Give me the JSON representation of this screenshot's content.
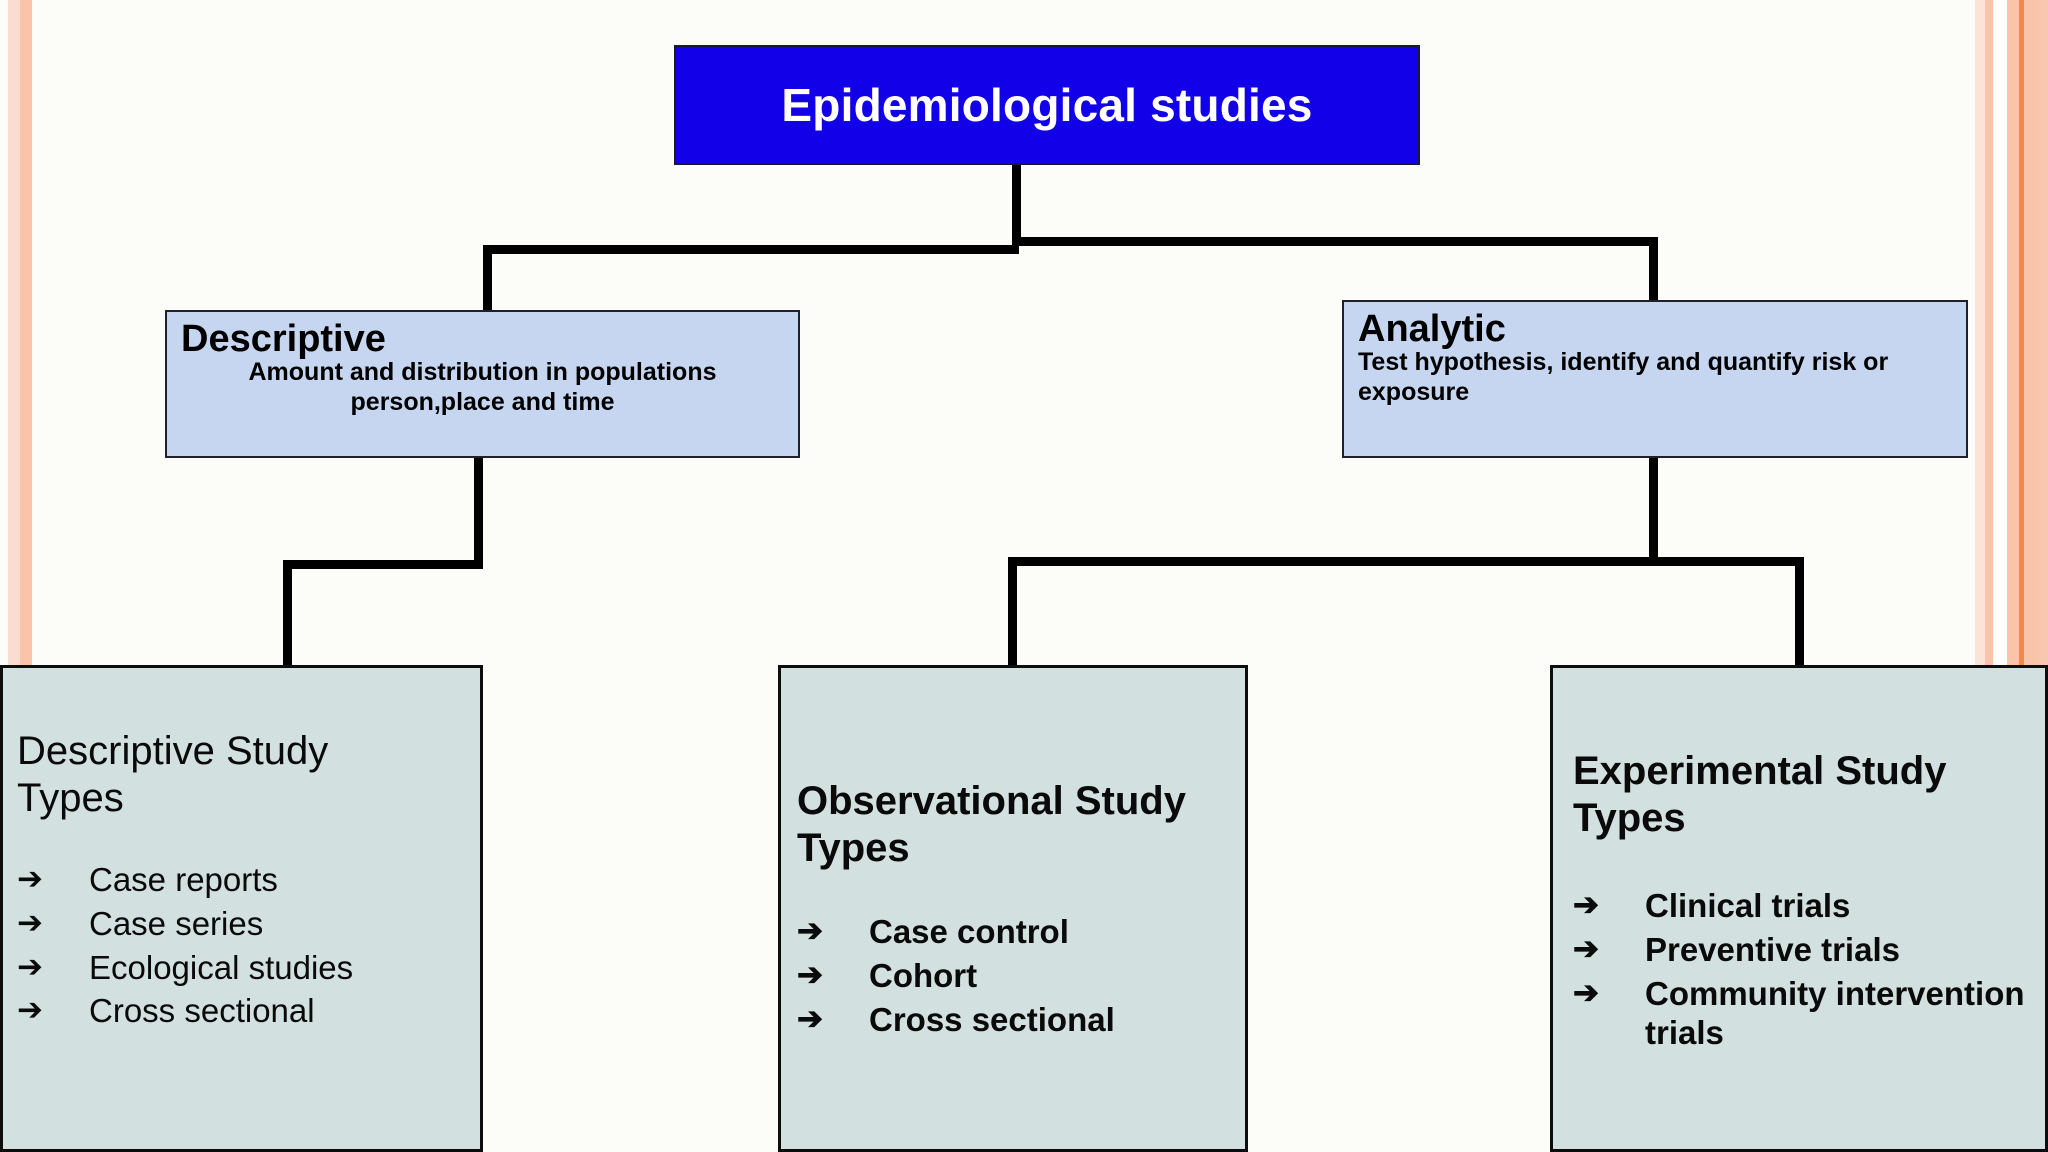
{
  "diagram": {
    "title_box": {
      "label": "Epidemiological studies",
      "fill": "#1200E8",
      "text_color": "#FFFFFF"
    },
    "branches": [
      {
        "name": "descriptive",
        "heading": "Descriptive",
        "description_line1": "Amount and distribution in populations",
        "description_line2": "person,place and time",
        "fill": "#C6D5F0"
      },
      {
        "name": "analytic",
        "heading": "Analytic",
        "description_line1": "Test hypothesis, identify and quantify risk or",
        "description_line2": "exposure",
        "fill": "#C6D5F0"
      }
    ],
    "leaf_boxes": [
      {
        "name": "descriptive-study-types",
        "heading_line1": "Descriptive Study",
        "heading_line2": "Types",
        "bullet_glyph": "➔",
        "items": [
          "Case reports",
          "Case series",
          "Ecological studies",
          "Cross sectional"
        ],
        "fill": "#D2E0DF"
      },
      {
        "name": "observational-study-types",
        "heading_line1": "Observational Study",
        "heading_line2": "Types",
        "bullet_glyph": "➔",
        "items": [
          "Case control",
          "Cohort",
          "Cross sectional"
        ],
        "fill": "#D2E0DF"
      },
      {
        "name": "experimental-study-types",
        "heading_line1": "Experimental Study",
        "heading_line2": "Types",
        "bullet_glyph": "➔",
        "items": [
          "Clinical trials",
          "Preventive trials",
          "Community intervention trials"
        ],
        "fill": "#D2E0DF"
      }
    ],
    "decor": {
      "background": "#FCFDF9",
      "connector_color": "#000000",
      "edge_band_light": "#FADDD0",
      "edge_band_salmon": "#FAC4AB",
      "edge_band_orange": "#F08A3C"
    }
  }
}
